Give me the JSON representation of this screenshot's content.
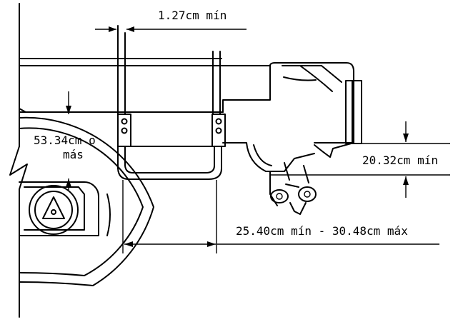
{
  "dimensions": {
    "gap": "1.27cm mín",
    "height_line1": "53.34cm o",
    "height_line2": "más",
    "bracket_height": "20.32cm mín",
    "step_range": "25.40cm mín - 30.48cm máx"
  },
  "colors": {
    "ink": "#000000",
    "background": "#ffffff"
  }
}
